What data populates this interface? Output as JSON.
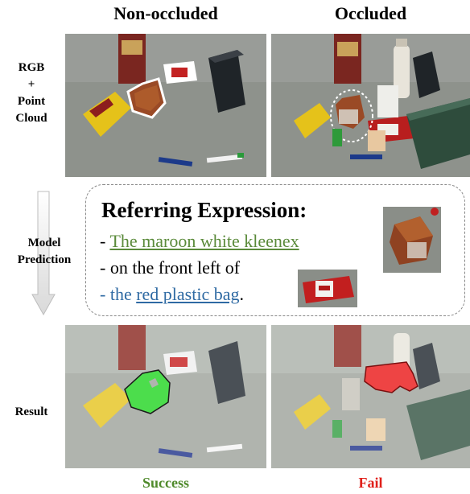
{
  "columns": {
    "left": "Non-occluded",
    "right": "Occluded"
  },
  "rows": {
    "input_line1": "RGB",
    "input_line2": "+",
    "input_line3": "Point",
    "input_line4": "Cloud",
    "prediction_line1": "Model",
    "prediction_line2": "Prediction",
    "result": "Result"
  },
  "expression": {
    "title": "Referring Expression:",
    "dash": "- ",
    "target": "The maroon white kleenex",
    "relation": "- on the front left of",
    "anchor_prefix": "- the ",
    "anchor": "red plastic bag",
    "period": "."
  },
  "outcomes": {
    "left": "Success",
    "right": "Fail",
    "left_color": "#4f8a2b",
    "right_color": "#e0201a"
  },
  "colors": {
    "highlight_outline": "#ffffff",
    "success_mask": "#4cdd4c",
    "fail_mask": "#ee4444",
    "arrow": "#e6e6e6"
  }
}
